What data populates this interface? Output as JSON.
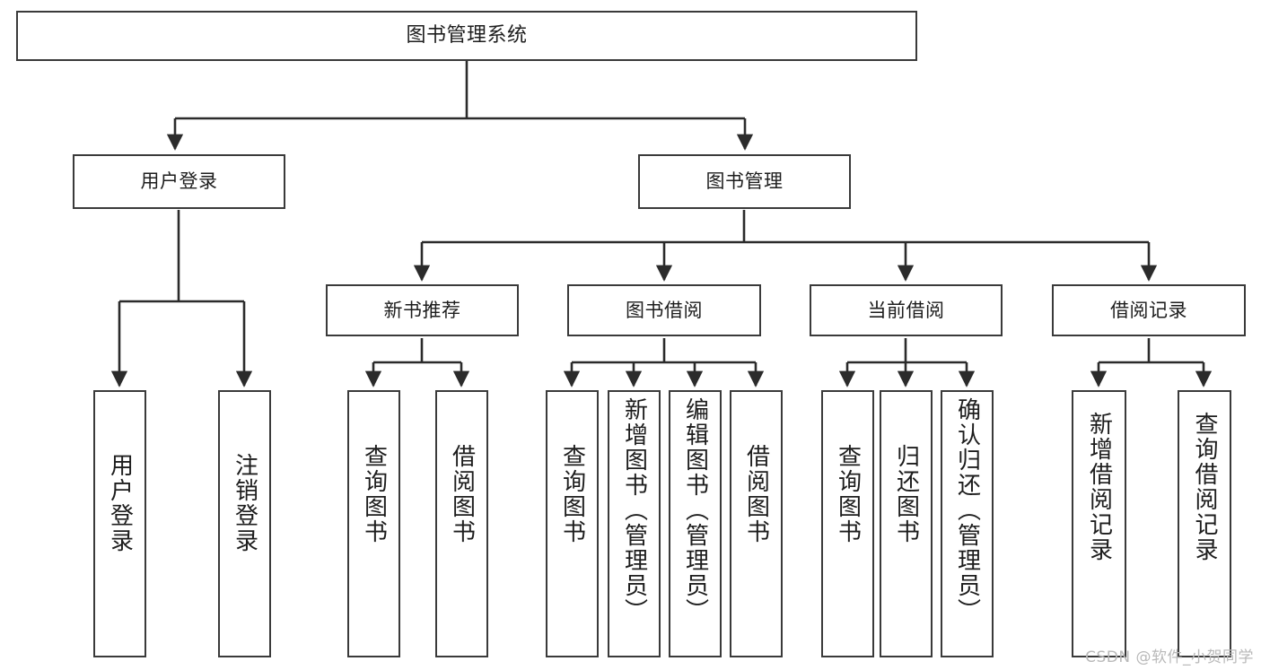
{
  "diagram": {
    "title": "图书管理系统",
    "type": "tree",
    "watermark": "CSDN @软件_小贺同学",
    "colors": {
      "node_border": "#3a3a3a",
      "node_fill": "#ffffff",
      "edge": "#2b2b2b",
      "text": "#1d1d1d",
      "watermark": "#b9b9b9"
    },
    "levels": {
      "root": {
        "label": "图书管理系统"
      },
      "level2": [
        {
          "label": "用户登录"
        },
        {
          "label": "图书管理"
        }
      ],
      "level3": [
        {
          "label": "新书推荐"
        },
        {
          "label": "图书借阅"
        },
        {
          "label": "当前借阅"
        },
        {
          "label": "借阅记录"
        }
      ],
      "leaves": [
        {
          "label": "用户登录",
          "parent": "用户登录"
        },
        {
          "label": "注销登录",
          "parent": "用户登录"
        },
        {
          "label": "查询图书",
          "parent": "新书推荐"
        },
        {
          "label": "借阅图书",
          "parent": "新书推荐"
        },
        {
          "label": "查询图书",
          "parent": "图书借阅"
        },
        {
          "label": "新增图书（管理员）",
          "parent": "图书借阅"
        },
        {
          "label": "编辑图书（管理员）",
          "parent": "图书借阅"
        },
        {
          "label": "借阅图书",
          "parent": "图书借阅"
        },
        {
          "label": "查询图书",
          "parent": "当前借阅"
        },
        {
          "label": "归还图书",
          "parent": "当前借阅"
        },
        {
          "label": "确认归还（管理员）",
          "parent": "当前借阅"
        },
        {
          "label": "新增借阅记录",
          "parent": "借阅记录"
        },
        {
          "label": "查询借阅记录",
          "parent": "借阅记录"
        }
      ]
    }
  }
}
